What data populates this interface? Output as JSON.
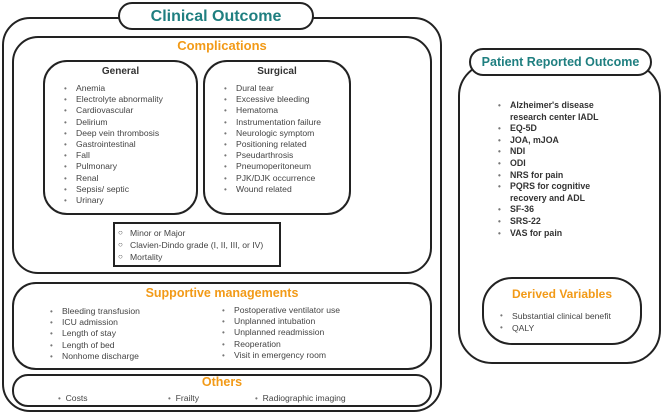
{
  "clinical_outcome": {
    "title": "Clinical Outcome",
    "complications": {
      "title": "Complications",
      "general": {
        "title": "General",
        "items": [
          "Anemia",
          "Electrolyte abnormality",
          "Cardiovascular",
          "Delirium",
          "Deep vein thrombosis",
          "Gastrointestinal",
          "Fall",
          "Pulmonary",
          "Renal",
          "Sepsis/ septic",
          "Urinary"
        ]
      },
      "surgical": {
        "title": "Surgical",
        "items": [
          "Dural tear",
          "Excessive bleeding",
          "Hematoma",
          "Instrumentation failure",
          "Neurologic symptom",
          "Positioning related",
          "Pseudarthrosis",
          "Pneumoperitoneum",
          "PJK/DJK occurrence",
          "Wound related"
        ]
      },
      "grading": [
        "Minor or Major",
        "Clavien-Dindo grade (I, II, III, or IV)",
        "Mortality"
      ]
    },
    "supportive": {
      "title": "Supportive managements",
      "left": [
        "Bleeding transfusion",
        "ICU admission",
        "Length of stay",
        "Length of bed",
        "Nonhome discharge"
      ],
      "right": [
        "Postoperative ventilator use",
        "Unplanned intubation",
        "Unplanned readmission",
        "Reoperation",
        "Visit in emergency room"
      ]
    },
    "others": {
      "title": "Others",
      "items": [
        "Costs",
        "Frailty",
        "Radiographic imaging"
      ]
    }
  },
  "patient_reported": {
    "title": "Patient Reported Outcome",
    "items": [
      "Alzheimer's disease research center IADL",
      "EQ-5D",
      "JOA, mJOA",
      "NDI",
      "ODI",
      "NRS for pain",
      "PQRS for cognitive recovery and ADL",
      "SF-36",
      "SRS-22",
      "VAS for pain"
    ],
    "derived": {
      "title": "Derived Variables",
      "items": [
        "Substantial clinical benefit",
        "QALY"
      ]
    }
  },
  "colors": {
    "teal": "#1f7f80",
    "orange": "#f29a17",
    "border": "#222222"
  }
}
